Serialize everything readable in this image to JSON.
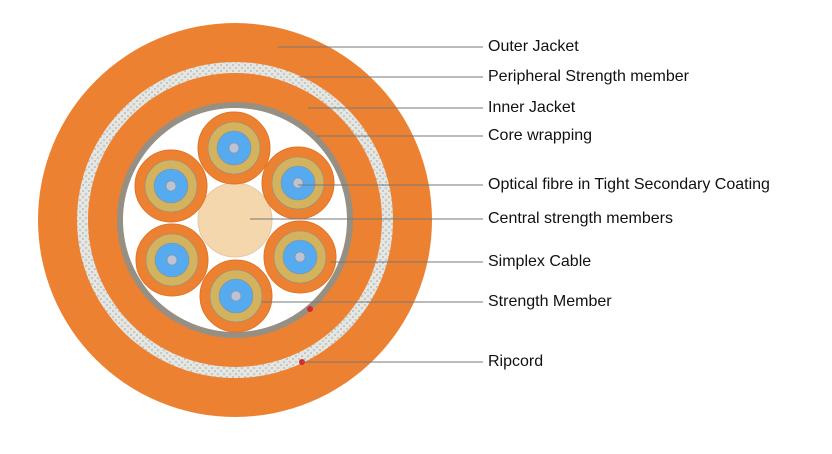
{
  "labels": [
    {
      "id": "outer-jacket",
      "text": "Outer Jacket"
    },
    {
      "id": "peripheral-strength-member",
      "text": "Peripheral Strength member"
    },
    {
      "id": "inner-jacket",
      "text": "Inner Jacket"
    },
    {
      "id": "core-wrapping",
      "text": "Core wrapping"
    },
    {
      "id": "optical-fibre",
      "text": "Optical fibre in Tight Secondary Coating"
    },
    {
      "id": "central-strength-members",
      "text": "Central strength members"
    },
    {
      "id": "simplex-cable",
      "text": "Simplex Cable"
    },
    {
      "id": "strength-member",
      "text": "Strength Member"
    },
    {
      "id": "ripcord",
      "text": "Ripcord"
    }
  ],
  "colors": {
    "jacket": "#ED8132",
    "strength": "#DCDCD6",
    "wrapping": "#958F84",
    "yarn": "#D4B35E",
    "coating": "#55AAF0",
    "fibre": "#BCC3D4",
    "central": "#F5D7AE",
    "ripcord": "#D7262A",
    "leader": "#777777"
  }
}
